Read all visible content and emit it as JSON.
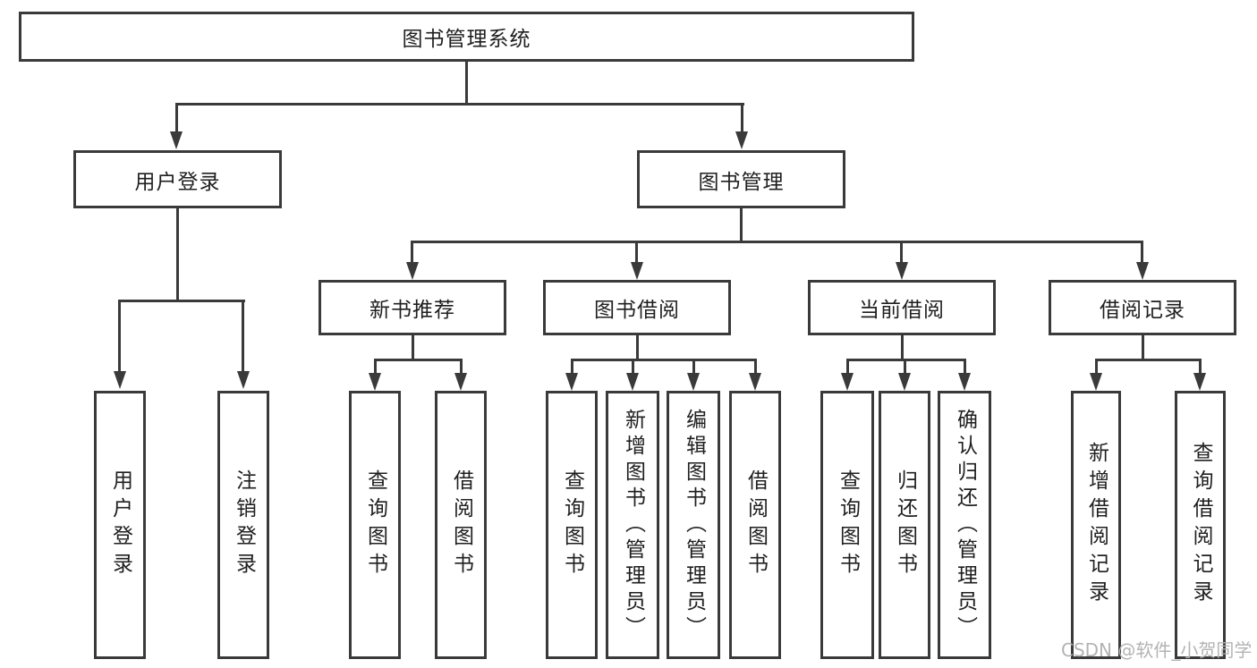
{
  "watermark": "CSDN @软件_小贺同学",
  "colors": {
    "line": "#3a3a3a",
    "box_border": "#3a3a3a",
    "text": "#1f1f1f",
    "watermark": "#b3b3b3",
    "background": "#ffffff"
  },
  "tree": {
    "root": "图书管理系统",
    "branches": [
      {
        "label": "用户登录",
        "children": [
          "用户登录",
          "注销登录"
        ]
      },
      {
        "label": "图书管理",
        "children": [
          {
            "label": "新书推荐",
            "children": [
              "查询图书",
              "借阅图书"
            ]
          },
          {
            "label": "图书借阅",
            "children": [
              "查询图书",
              "新增图书（管理员）",
              "编辑图书（管理员）",
              "借阅图书"
            ]
          },
          {
            "label": "当前借阅",
            "children": [
              "查询图书",
              "归还图书",
              "确认归还（管理员）"
            ]
          },
          {
            "label": "借阅记录",
            "children": [
              "新增借阅记录",
              "查询借阅记录"
            ]
          }
        ]
      }
    ]
  }
}
